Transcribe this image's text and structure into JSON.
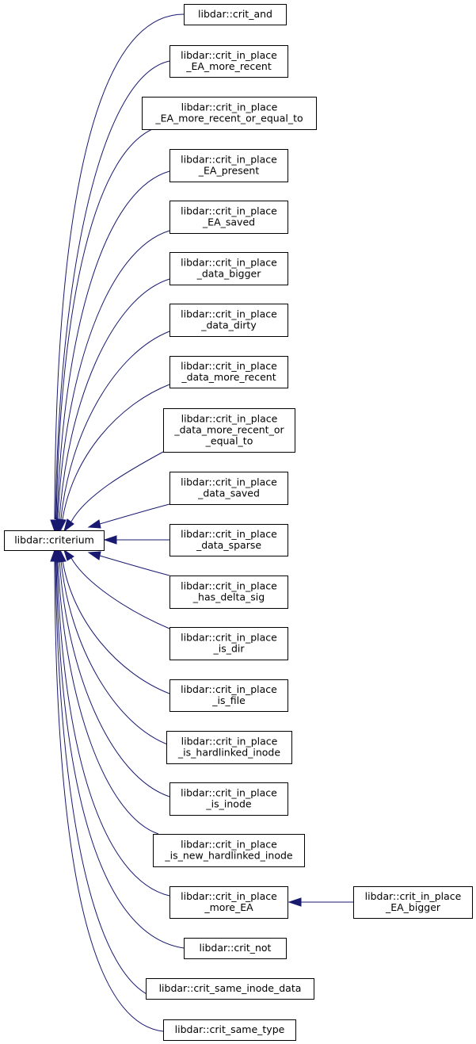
{
  "graph": {
    "base_node": {
      "id": "criterium",
      "label": [
        "libdar::criterium"
      ]
    },
    "nodes": [
      {
        "id": "crit_and",
        "label": [
          "libdar::crit_and"
        ]
      },
      {
        "id": "crit_in_place_EA_more_recent",
        "label": [
          "libdar::crit_in_place",
          "_EA_more_recent"
        ]
      },
      {
        "id": "crit_in_place_EA_more_recent_or_equal_to",
        "label": [
          "libdar::crit_in_place",
          "_EA_more_recent_or_equal_to"
        ]
      },
      {
        "id": "crit_in_place_EA_present",
        "label": [
          "libdar::crit_in_place",
          "_EA_present"
        ]
      },
      {
        "id": "crit_in_place_EA_saved",
        "label": [
          "libdar::crit_in_place",
          "_EA_saved"
        ]
      },
      {
        "id": "crit_in_place_data_bigger",
        "label": [
          "libdar::crit_in_place",
          "_data_bigger"
        ]
      },
      {
        "id": "crit_in_place_data_dirty",
        "label": [
          "libdar::crit_in_place",
          "_data_dirty"
        ]
      },
      {
        "id": "crit_in_place_data_more_recent",
        "label": [
          "libdar::crit_in_place",
          "_data_more_recent"
        ]
      },
      {
        "id": "crit_in_place_data_more_recent_or_equal_to",
        "label": [
          "libdar::crit_in_place",
          "_data_more_recent_or",
          "_equal_to"
        ]
      },
      {
        "id": "crit_in_place_data_saved",
        "label": [
          "libdar::crit_in_place",
          "_data_saved"
        ]
      },
      {
        "id": "crit_in_place_data_sparse",
        "label": [
          "libdar::crit_in_place",
          "_data_sparse"
        ]
      },
      {
        "id": "crit_in_place_has_delta_sig",
        "label": [
          "libdar::crit_in_place",
          "_has_delta_sig"
        ]
      },
      {
        "id": "crit_in_place_is_dir",
        "label": [
          "libdar::crit_in_place",
          "_is_dir"
        ]
      },
      {
        "id": "crit_in_place_is_file",
        "label": [
          "libdar::crit_in_place",
          "_is_file"
        ]
      },
      {
        "id": "crit_in_place_is_hardlinked_inode",
        "label": [
          "libdar::crit_in_place",
          "_is_hardlinked_inode"
        ]
      },
      {
        "id": "crit_in_place_is_inode",
        "label": [
          "libdar::crit_in_place",
          "_is_inode"
        ]
      },
      {
        "id": "crit_in_place_is_new_hardlinked_inode",
        "label": [
          "libdar::crit_in_place",
          "_is_new_hardlinked_inode"
        ]
      },
      {
        "id": "crit_in_place_more_EA",
        "label": [
          "libdar::crit_in_place",
          "_more_EA"
        ]
      },
      {
        "id": "crit_not",
        "label": [
          "libdar::crit_not"
        ]
      },
      {
        "id": "crit_same_inode_data",
        "label": [
          "libdar::crit_same_inode_data"
        ]
      },
      {
        "id": "crit_same_type",
        "label": [
          "libdar::crit_same_type"
        ]
      },
      {
        "id": "crit_in_place_EA_bigger",
        "label": [
          "libdar::crit_in_place",
          "_EA_bigger"
        ]
      }
    ],
    "edges": [
      {
        "from": "crit_and",
        "to": "criterium"
      },
      {
        "from": "crit_in_place_EA_more_recent",
        "to": "criterium"
      },
      {
        "from": "crit_in_place_EA_more_recent_or_equal_to",
        "to": "criterium"
      },
      {
        "from": "crit_in_place_EA_present",
        "to": "criterium"
      },
      {
        "from": "crit_in_place_EA_saved",
        "to": "criterium"
      },
      {
        "from": "crit_in_place_data_bigger",
        "to": "criterium"
      },
      {
        "from": "crit_in_place_data_dirty",
        "to": "criterium"
      },
      {
        "from": "crit_in_place_data_more_recent",
        "to": "criterium"
      },
      {
        "from": "crit_in_place_data_more_recent_or_equal_to",
        "to": "criterium"
      },
      {
        "from": "crit_in_place_data_saved",
        "to": "criterium"
      },
      {
        "from": "crit_in_place_data_sparse",
        "to": "criterium"
      },
      {
        "from": "crit_in_place_has_delta_sig",
        "to": "criterium"
      },
      {
        "from": "crit_in_place_is_dir",
        "to": "criterium"
      },
      {
        "from": "crit_in_place_is_file",
        "to": "criterium"
      },
      {
        "from": "crit_in_place_is_hardlinked_inode",
        "to": "criterium"
      },
      {
        "from": "crit_in_place_is_inode",
        "to": "criterium"
      },
      {
        "from": "crit_in_place_is_new_hardlinked_inode",
        "to": "criterium"
      },
      {
        "from": "crit_in_place_more_EA",
        "to": "criterium"
      },
      {
        "from": "crit_not",
        "to": "criterium"
      },
      {
        "from": "crit_same_inode_data",
        "to": "criterium"
      },
      {
        "from": "crit_same_type",
        "to": "criterium"
      },
      {
        "from": "crit_in_place_EA_bigger",
        "to": "crit_in_place_more_EA"
      }
    ],
    "colors": {
      "edge": "#191970",
      "node_border": "#000000",
      "node_fill": "#ffffff"
    }
  }
}
